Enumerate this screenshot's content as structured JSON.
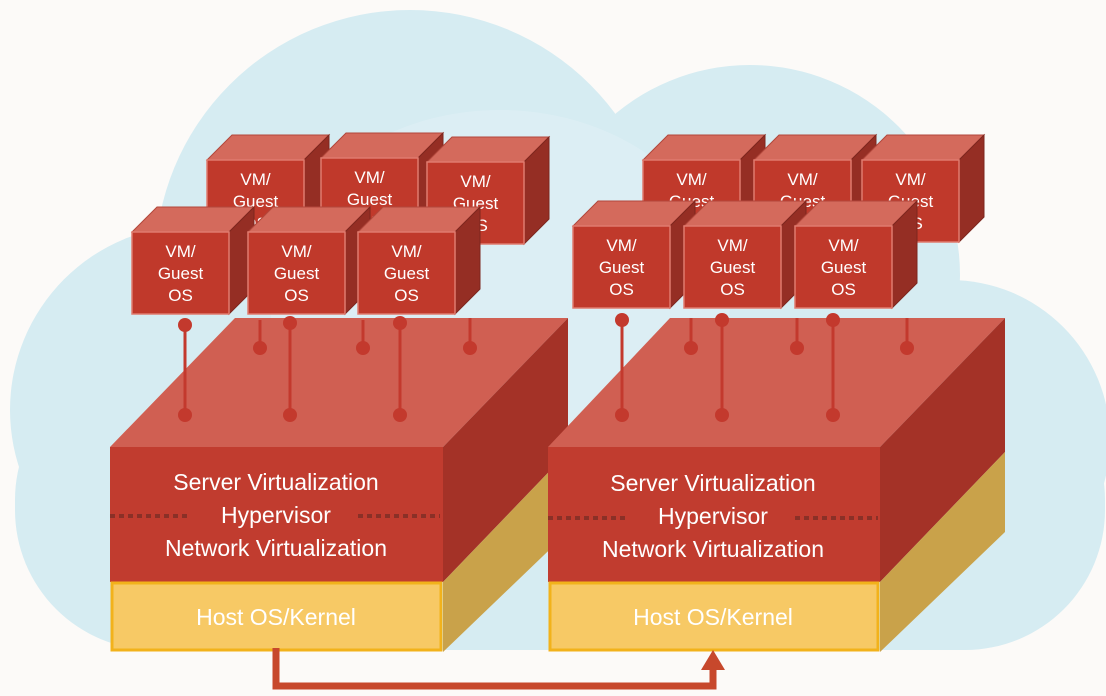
{
  "colors": {
    "background": "#fcfaf8",
    "cloud": "#d6ecf2",
    "vm_front": "#c0392b",
    "vm_top": "#d46a5c",
    "vm_side": "#952e24",
    "vm_border": "#e07b6e",
    "server_front": "#c13c2f",
    "host_front": "#f7c965",
    "host_border": "#f2b21b",
    "connector": "#c3392d",
    "arrow": "#c7482c"
  },
  "hosts": [
    {
      "server": {
        "line1": "Server Virtualization",
        "line2": "Hypervisor",
        "line3": "Network Virtualization"
      },
      "host_label": "Host OS/Kernel",
      "vms": [
        "VM/\nGuest\nOS",
        "VM/\nGuest\nOS",
        "VM/\nGuest\nOS",
        "VM/\nGuest\nOS",
        "VM/\nGuest\nOS",
        "VM/\nGuest\nOS"
      ]
    },
    {
      "server": {
        "line1": "Server Virtualization",
        "line2": "Hypervisor",
        "line3": "Network Virtualization"
      },
      "host_label": "Host OS/Kernel",
      "vms": [
        "VM/\nGuest\nOS",
        "VM/\nGuest\nOS",
        "VM/\nGuest\nOS",
        "VM/\nGuest\nOS",
        "VM/\nGuest\nOS",
        "VM/\nGuest\nOS"
      ]
    }
  ],
  "connection": {
    "icon": "migration-arrow-icon"
  }
}
